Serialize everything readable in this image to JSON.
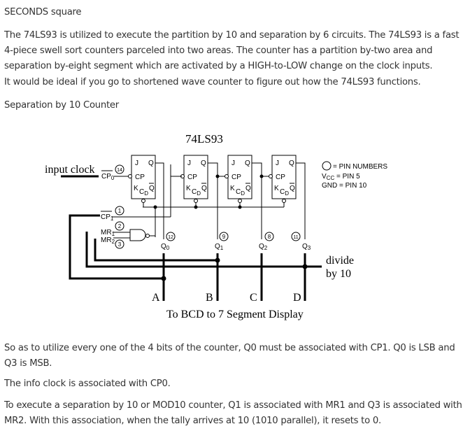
{
  "heading": "SECONDS square",
  "paragraphs_top": [
    "The 74LS93 is utilized to execute the partition by 10 and separation by 6 circuits. The 74LS93 is a fast 4-piece swell sort counters parceled into two areas. The counter has a partition by-two area and separation by-eight segment which are activated by a HIGH-to-LOW change on the clock inputs.",
    "It would be ideal if you go to shortened wave counter to figure out how the 74LS93 functions.",
    "Separation by 10 Counter"
  ],
  "diagram": {
    "chip_title": "74LS93",
    "input_label": "input clock",
    "cp0_label": "CP",
    "cp0_sub": "0",
    "cp1_label": "CP",
    "cp1_sub": "1",
    "mr1_label": "MR",
    "mr1_sub": "1",
    "mr2_label": "MR",
    "mr2_sub": "2",
    "pins": {
      "cp0": "14",
      "cp1": "1",
      "mr1": "2",
      "mr2": "3",
      "q0": "12",
      "q1": "9",
      "q2": "8",
      "q3": "11"
    },
    "ff_labels": {
      "j": "J",
      "q": "Q",
      "cp": "CP",
      "k": "K",
      "cd": "C",
      "cd_sub": "D",
      "qbar": "Q"
    },
    "outputs": [
      {
        "label": "Q",
        "sub": "0",
        "bcd": "A"
      },
      {
        "label": "Q",
        "sub": "1",
        "bcd": "B"
      },
      {
        "label": "Q",
        "sub": "2",
        "bcd": "C"
      },
      {
        "label": "Q",
        "sub": "3",
        "bcd": "D"
      }
    ],
    "legend": {
      "pin_numbers": "= PIN NUMBERS",
      "vcc": "V",
      "vcc_sub": "CC",
      "vcc_value": " = PIN 5",
      "gnd": "GND = PIN 10"
    },
    "divide_line1": "divide",
    "divide_line2": "by 10",
    "caption": "To BCD to 7 Segment Display"
  },
  "paragraphs_bottom": [
    "So as to utilize every one of the 4 bits of the counter, Q0 must be associated with CP1. Q0 is LSB and Q3 is MSB.",
    "The info clock is associated with CP0.",
    "To execute a separation by 10 or MOD10 counter, Q1 is associated with MR1 and Q3 is associated with MR2. With this association, when the tally arrives at 10 (1010 parallel), it resets to 0."
  ]
}
